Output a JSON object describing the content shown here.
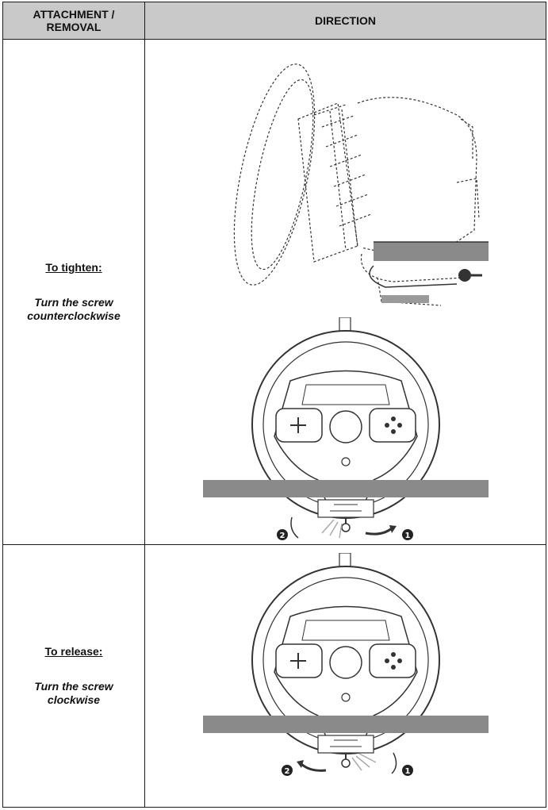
{
  "table": {
    "header": {
      "col1_line1": "ATTACHMENT /",
      "col1_line2": "REMOVAL",
      "col2": "DIRECTION"
    },
    "rows": [
      {
        "action": "To tighten",
        "instruction_line1": "Turn the screw",
        "instruction_line2": "counterclockwise",
        "figures": [
          "wheel-side-illustration",
          "wheel-front-illustration"
        ],
        "step_markers": [
          "2",
          "1"
        ]
      },
      {
        "action": "To release",
        "instruction_line1": "Turn the screw",
        "instruction_line2": "clockwise",
        "figures": [
          "wheel-front-illustration"
        ],
        "step_markers": [
          "2",
          "1"
        ]
      }
    ]
  },
  "colors": {
    "header_bg": "#c9c9c9",
    "desk": "#8a8a8a",
    "line": "#333333"
  }
}
